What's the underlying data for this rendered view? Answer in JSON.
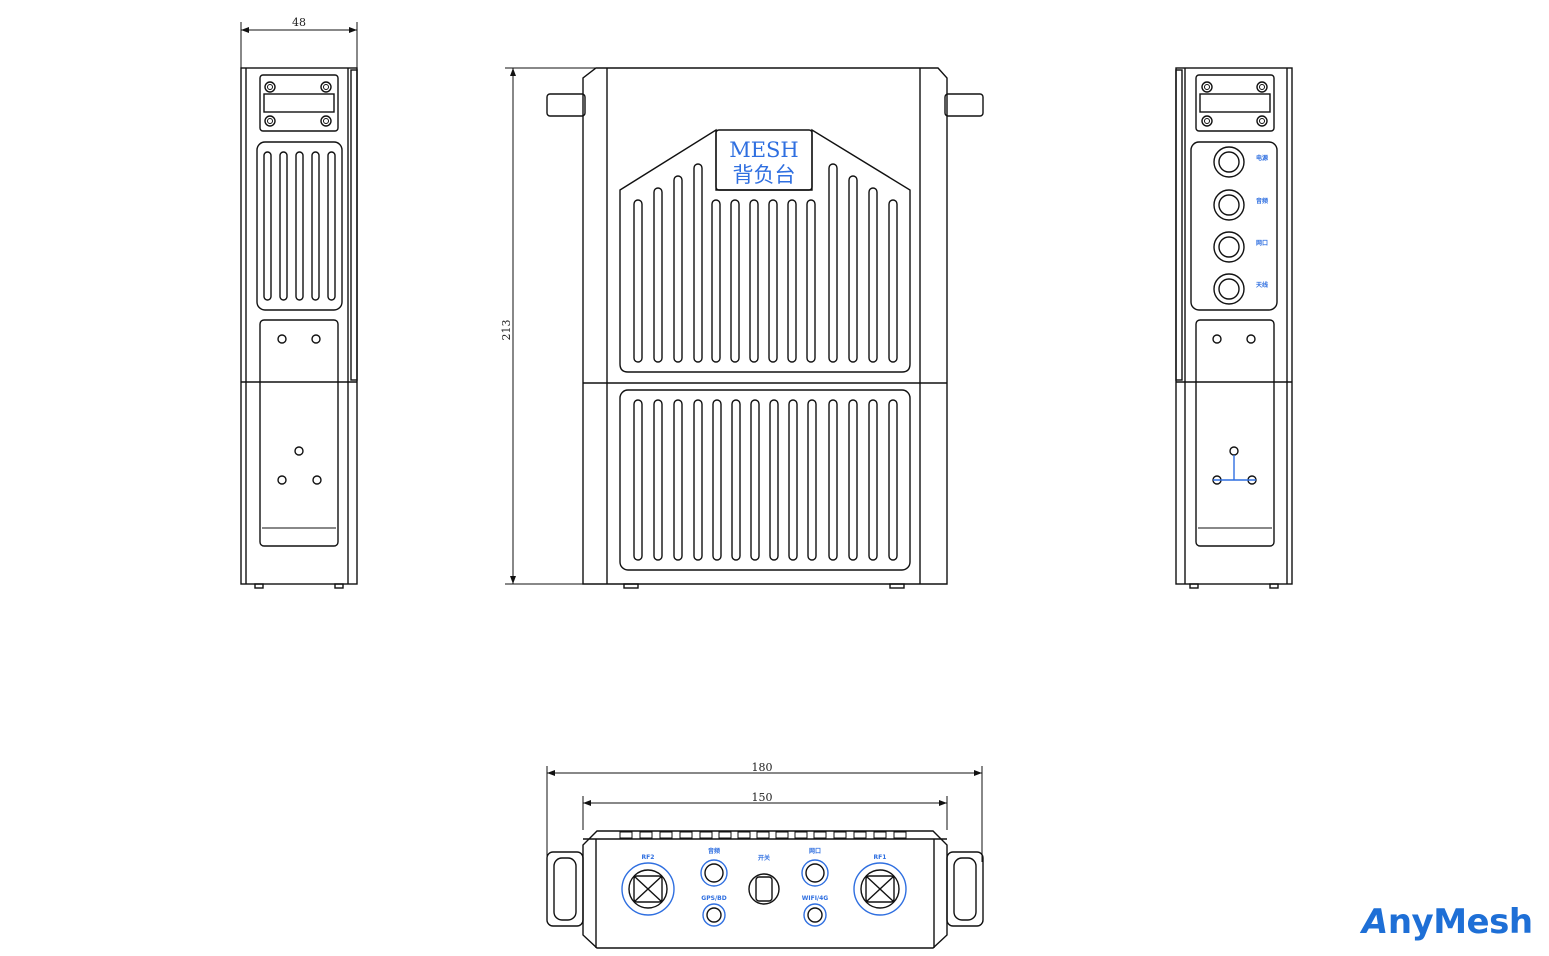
{
  "dimensions": {
    "side_width": "48",
    "height": "213",
    "total_width": "180",
    "body_width": "150"
  },
  "front_label": {
    "brand": "MESH",
    "product": "背负台"
  },
  "right_side_ports": [
    "电源",
    "音频",
    "网口",
    "天线"
  ],
  "bottom_ports": {
    "rf2": "RF2",
    "audio": "音频",
    "power_switch": "开关",
    "network": "网口",
    "rf1": "RF1",
    "gps_bd": "GPS/BD",
    "wifi_4g": "WIFI/4G"
  },
  "logo": {
    "first_letter": "A",
    "rest": "nyMesh",
    "color": "#1e6fd6"
  },
  "colors": {
    "annotation": "#2f6fe0",
    "line": "#111111"
  }
}
